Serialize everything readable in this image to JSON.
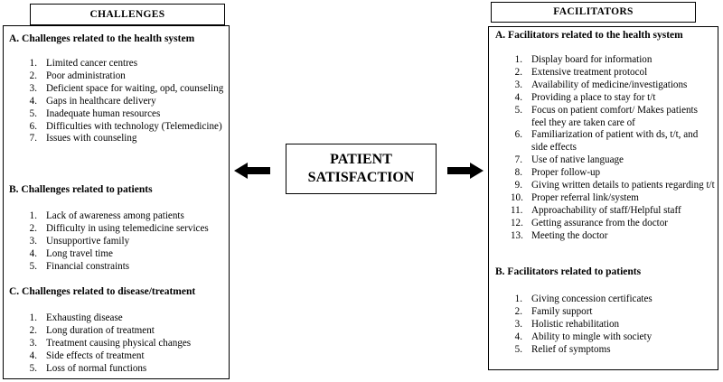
{
  "challenges": {
    "title": "CHALLENGES",
    "sections": [
      {
        "heading": "A. Challenges related to the health system",
        "items": [
          "Limited cancer centres",
          "Poor administration",
          "Deficient space for waiting, opd, counseling",
          "Gaps in healthcare delivery",
          "Inadequate human resources",
          "Difficulties with technology (Telemedicine)",
          "Issues with counseling"
        ]
      },
      {
        "heading": "B. Challenges related to patients",
        "items": [
          "Lack of awareness among patients",
          "Difficulty in using telemedicine services",
          "Unsupportive family",
          "Long travel time",
          "Financial constraints"
        ]
      },
      {
        "heading": "C. Challenges related to disease/treatment",
        "items": [
          "Exhausting disease",
          "Long duration of treatment",
          "Treatment causing physical changes",
          "Side effects of treatment",
          "Loss of normal functions"
        ]
      }
    ]
  },
  "center": {
    "line1": "PATIENT",
    "line2": "SATISFACTION"
  },
  "facilitators": {
    "title": "FACILITATORS",
    "sections": [
      {
        "heading": "A. Facilitators related to the health system",
        "items": [
          "Display board for information",
          "Extensive treatment protocol",
          "Availability of medicine/investigations",
          "Providing a place to stay for t/t",
          "Focus on patient comfort/ Makes patients feel they are taken care of",
          "Familiarization of patient with ds, t/t, and side effects",
          "Use of native language",
          "Proper follow-up",
          "Giving written details to patients regarding t/t",
          "Proper referral link/system",
          "Approachability of staff/Helpful staff",
          "Getting assurance from the doctor",
          "Meeting the doctor"
        ]
      },
      {
        "heading": "B. Facilitators related to patients",
        "items": [
          "Giving concession certificates",
          "Family support",
          "Holistic rehabilitation",
          "Ability to mingle with society",
          "Relief of symptoms"
        ]
      }
    ]
  }
}
